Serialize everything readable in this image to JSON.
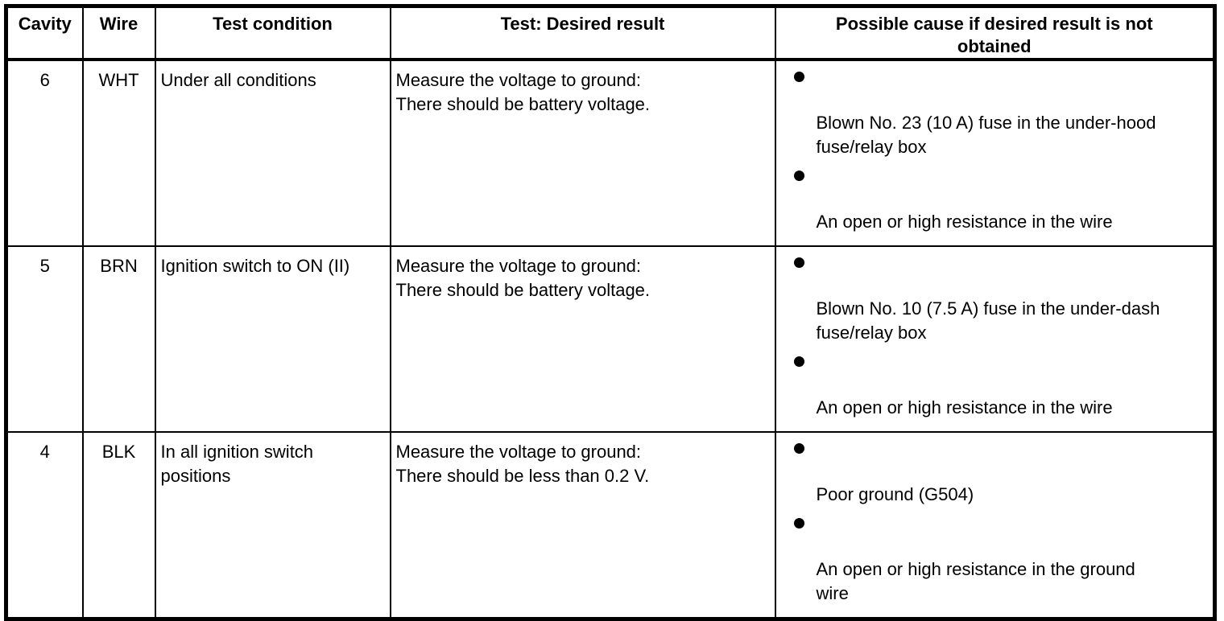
{
  "table": {
    "columns": [
      "Cavity",
      "Wire",
      "Test condition",
      "Test: Desired result",
      "Possible cause if desired result is not obtained"
    ],
    "rows": [
      {
        "cavity": "6",
        "wire": "WHT",
        "condition": "Under all conditions",
        "result": [
          "Measure the voltage to ground:",
          "There should be battery voltage."
        ],
        "causes": [
          "Blown No. 23 (10 A) fuse in the under-hood fuse/relay box",
          "An open or high resistance in the wire"
        ]
      },
      {
        "cavity": "5",
        "wire": "BRN",
        "condition": "Ignition switch to ON (II)",
        "result": [
          "Measure the voltage to ground:",
          "There should be battery voltage."
        ],
        "causes": [
          "Blown No. 10 (7.5 A) fuse in the under-dash fuse/relay box",
          "An open or high resistance in the wire"
        ]
      },
      {
        "cavity": "4",
        "wire": "BLK",
        "condition": "In all ignition switch positions",
        "result": [
          "Measure the voltage to ground:",
          "There should be less than 0.2 V."
        ],
        "causes": [
          "Poor ground (G504)",
          "An open or high resistance in the ground wire"
        ]
      }
    ],
    "colors": {
      "border": "#000000",
      "text": "#000000",
      "background": "#ffffff"
    }
  }
}
